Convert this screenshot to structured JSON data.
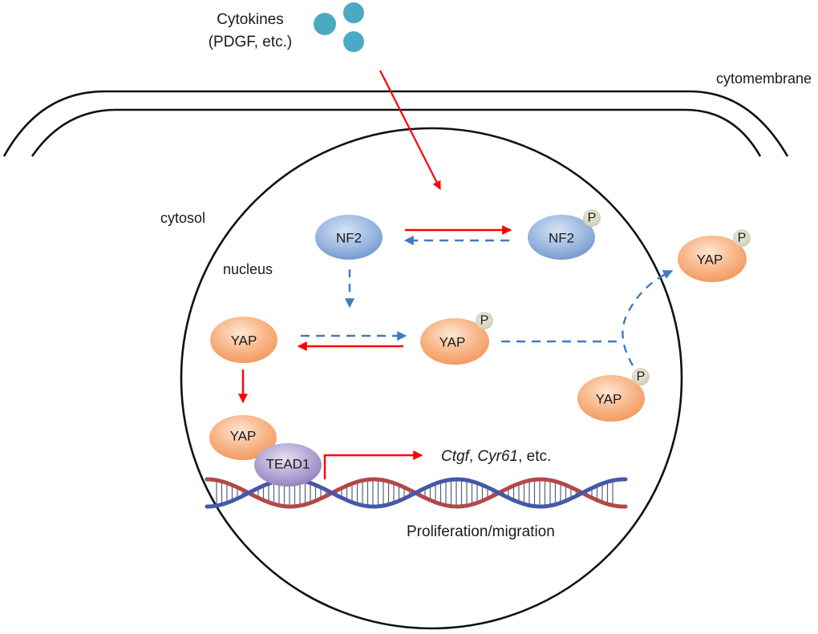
{
  "ligand": {
    "label_line1": "Cytokines",
    "label_line2": "(PDGF, etc.)",
    "color": "#4aaac4"
  },
  "regions": {
    "cytomembrane": "cytomembrane",
    "cytosol": "cytosol",
    "nucleus": "nucleus"
  },
  "nodes": {
    "nf2": "NF2",
    "nf2_p": "NF2",
    "yap_nuclear": "YAP",
    "yap_p_nuclear": "YAP",
    "yap_tead": "YAP",
    "tead1": "TEAD1",
    "yap_p_exported": "YAP",
    "yap_p_cytosol": "YAP",
    "phospho_badge": "P"
  },
  "targets": {
    "gene1": "Ctgf",
    "sep1": ", ",
    "gene2": "Cyr61",
    "rest": ", etc."
  },
  "outcome": "Proliferation/migration",
  "colors": {
    "activation_arrow": "#ff0000",
    "inhibition_arrow": "#3f7ac0",
    "nf2_fill": "#8fb0dc",
    "yap_fill": "#f7a66b",
    "tead_fill": "#a594c8",
    "p_badge_fill": "#ddd9c6",
    "membrane": "#111111"
  }
}
